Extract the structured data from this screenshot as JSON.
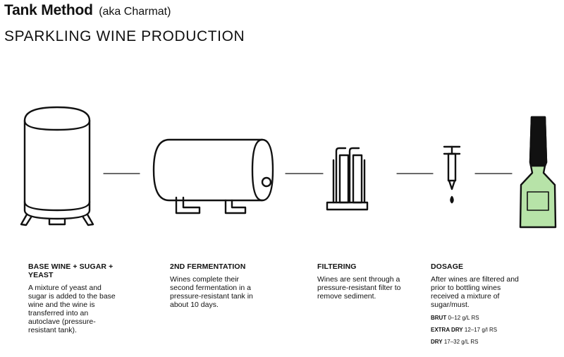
{
  "header": {
    "title": "Tank Method",
    "title_aka": "(aka Charmat)",
    "subtitle": "SPARKLING WINE PRODUCTION"
  },
  "steps": [
    {
      "title": "BASE WINE + SUGAR + YEAST",
      "description": "A mixture of yeast and sugar is added to the base wine and the wine is transferred into an autoclave (pressure-resistant tank)."
    },
    {
      "title": "2ND FERMENTATION",
      "description": "Wines complete their second fermentation in a pressure-resistant tank in about 10 days."
    },
    {
      "title": "FILTERING",
      "description": "Wines are sent through a pressure-resistant filter to remove sediment."
    },
    {
      "title": "DOSAGE",
      "description": "After wines are filtered and prior to bottling wines received a mixture of sugar/must.",
      "levels": [
        {
          "label": "BRUT",
          "range": "0–12 g/L RS"
        },
        {
          "label": "EXTRA DRY",
          "range": "12–17 g/l RS"
        },
        {
          "label": "DRY",
          "range": "17–32 g/L RS"
        }
      ]
    }
  ],
  "icons": [
    "autoclave-tank-icon",
    "horizontal-tank-icon",
    "filter-icon",
    "syringe-icon",
    "bottle-icon"
  ],
  "colors": {
    "bottle_green": "#b7e3a8",
    "ink": "#111111"
  }
}
